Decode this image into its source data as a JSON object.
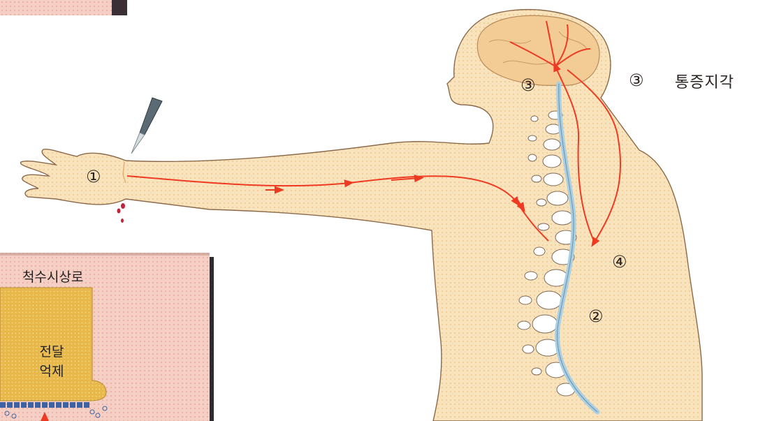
{
  "markers": {
    "m1": "①",
    "m2": "②",
    "m3": "③",
    "m4": "④"
  },
  "legend": {
    "number": "③",
    "text": "통증지각"
  },
  "inset": {
    "title": "척수시상로",
    "line1": "전달",
    "line2": "억제"
  },
  "colors": {
    "skin": "#f9e3bc",
    "pathway": "#ee3a22",
    "spinal_cord": "#a9cfe4",
    "inset_bg": "#f5cfc3",
    "inset_tract": "#e8b84a"
  }
}
